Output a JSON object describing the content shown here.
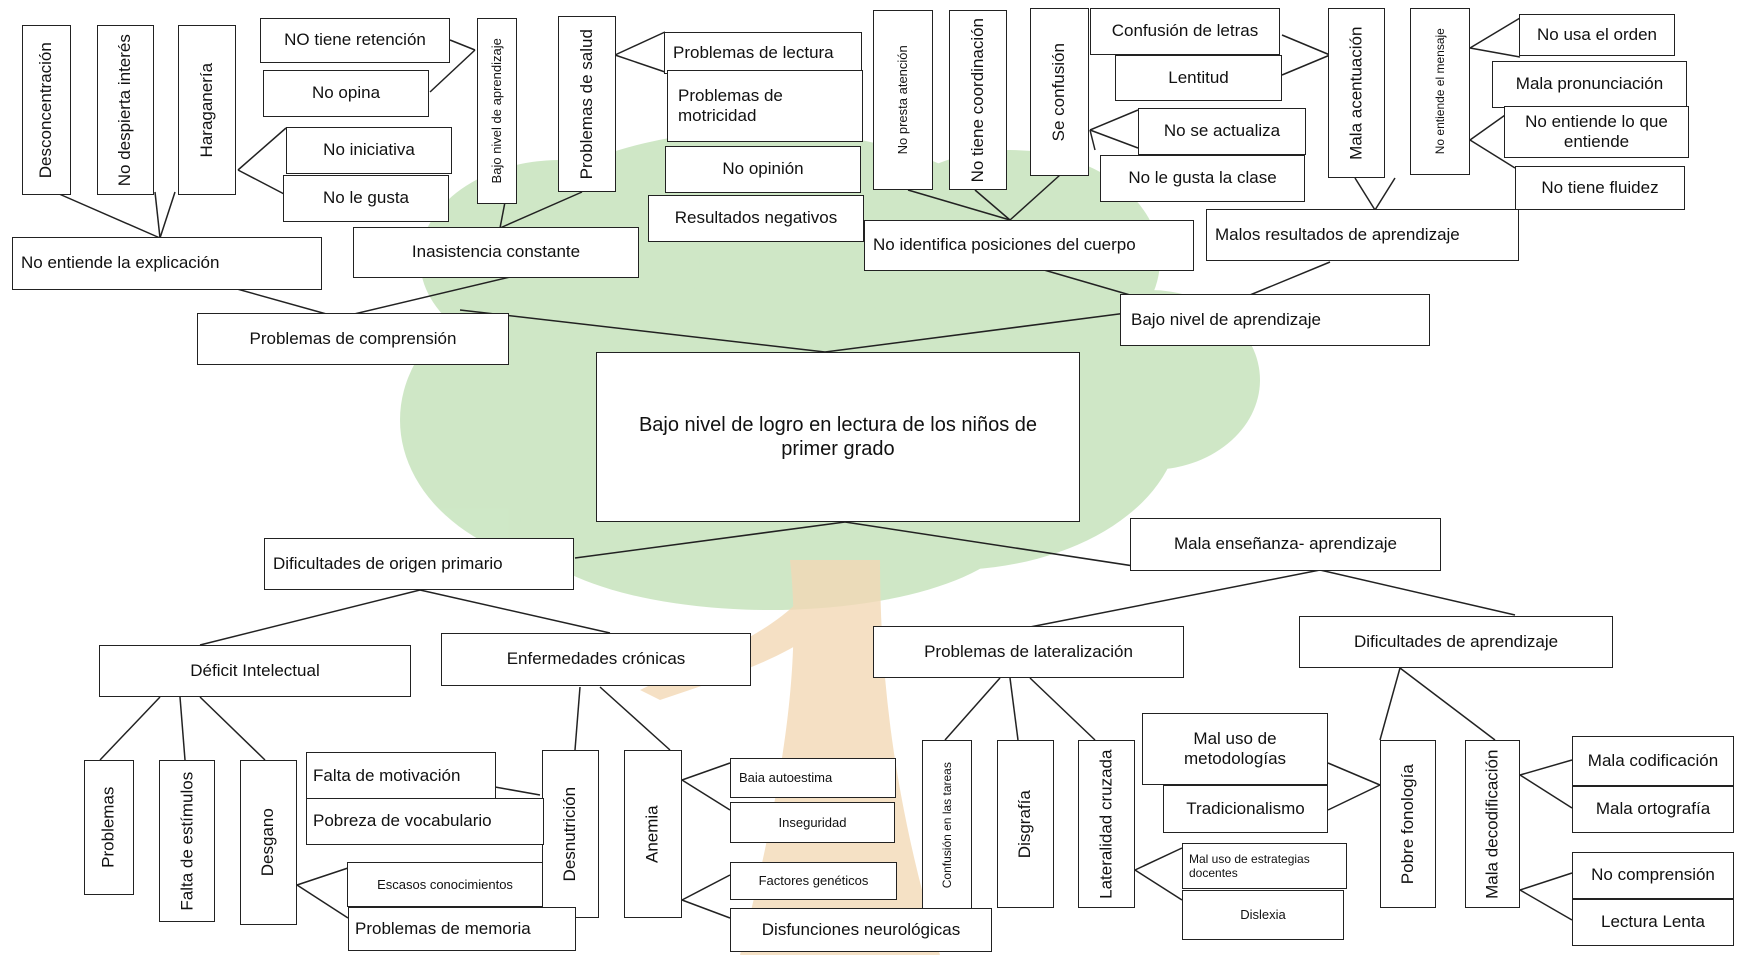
{
  "colors": {
    "tree_foliage": "#bfe0b4",
    "tree_trunk": "#f3d9b6",
    "line": "#222222"
  },
  "central_problem": "Bajo nivel de logro en lectura de los niños de primer grado",
  "effects": {
    "main": [
      "Problemas de comprensión",
      "Bajo nivel de aprendizaje"
    ],
    "level2": [
      "No entiende la explicación",
      "Inasistencia constante",
      "No identifica posiciones del cuerpo",
      "Malos resultados de aprendizaje"
    ],
    "vertical": [
      "Desconcentración",
      "No despierta interés",
      "Haraganería",
      "Bajo nivel de aprendizaje",
      "Problemas de salud",
      "No presta atención",
      "No tiene coordinación",
      "Se confusión",
      "Mala acentuación",
      "No entiende el mensaje"
    ],
    "leaves": [
      "NO tiene retención",
      "No opina",
      "No iniciativa",
      "No le gusta",
      "Problemas de lectura",
      "Problemas de motricidad",
      "No opinión",
      "Resultados negativos",
      "Confusión de letras",
      "Lentitud",
      "No se actualiza",
      "No le gusta la clase",
      "No usa el orden",
      "Mala pronunciación",
      "No entiende lo que entiende",
      "No tiene fluidez"
    ]
  },
  "causes": {
    "main": [
      "Dificultades de origen primario",
      "Mala enseñanza- aprendizaje"
    ],
    "level2": [
      "Déficit Intelectual",
      "Enfermedades crónicas",
      "Problemas de lateralización",
      "Dificultades de aprendizaje"
    ],
    "vertical": [
      "Problemas",
      "Falta de estímulos",
      "Desgano",
      "Desnutrición",
      "Anemia",
      "Confusión en las tareas",
      "Disgrafía",
      "Lateralidad cruzada",
      "Pobre fonología",
      "Mala decodificación"
    ],
    "leaves": [
      "Falta de motivación",
      "Pobreza de vocabulario",
      "Escasos conocimientos",
      "Problemas de memoria",
      "Baia autoestima",
      "Inseguridad",
      "Factores genéticos",
      "Disfunciones neurológicas",
      "Mal uso de metodologías",
      "Tradicionalismo",
      "Mal uso de estrategias docentes",
      "Dislexia",
      "Mala codificación",
      "Mala ortografía",
      "No comprensión",
      "Lectura Lenta"
    ]
  }
}
